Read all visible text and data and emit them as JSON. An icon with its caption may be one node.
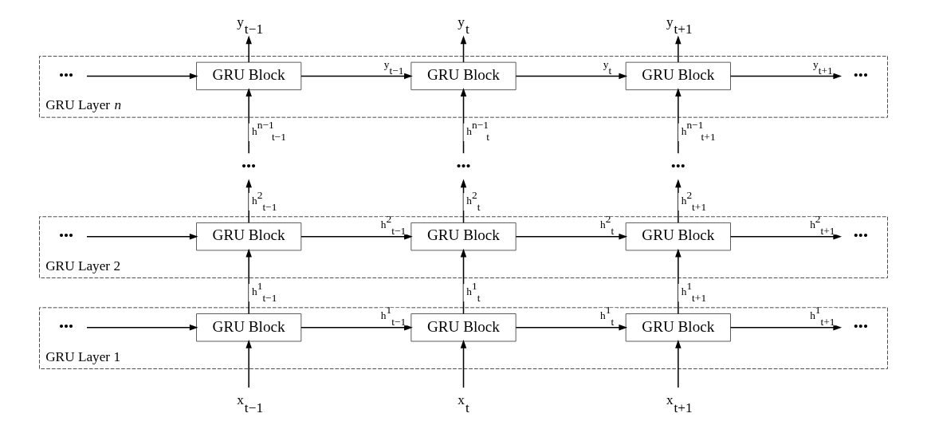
{
  "diagram": {
    "nodes": [
      {
        "text": [
          "y$_{t−1}$"
        ]
      },
      {
        "text": [
          "y$_{t}$"
        ]
      },
      {
        "text": [
          "y$_{t+1}$"
        ]
      },
      {
        "text": [
          "GRU Layer *n*"
        ]
      },
      {
        "text": [
          "•••"
        ],
        "in": 3
      },
      {
        "text": [
          "GRU Block"
        ],
        "in": 3
      },
      {
        "text": [
          "GRU Block"
        ],
        "in": 3
      },
      {
        "text": [
          "GRU Block"
        ],
        "in": 3
      },
      {
        "text": [
          "•••"
        ],
        "in": 3
      },
      {
        "text": [
          "•••"
        ]
      },
      {
        "text": [
          "•••"
        ]
      },
      {
        "text": [
          "•••"
        ]
      },
      {
        "text": [
          "GRU Layer 2"
        ]
      },
      {
        "text": [
          "•••"
        ],
        "in": 12
      },
      {
        "text": [
          "GRU Block"
        ],
        "in": 12
      },
      {
        "text": [
          "GRU Block"
        ],
        "in": 12
      },
      {
        "text": [
          "GRU Block"
        ],
        "in": 12
      },
      {
        "text": [
          "•••"
        ],
        "in": 12
      },
      {
        "text": [
          "GRU Layer 1"
        ]
      },
      {
        "text": [
          "•••"
        ],
        "in": 18
      },
      {
        "text": [
          "GRU Block"
        ],
        "in": 18
      },
      {
        "text": [
          "GRU Block"
        ],
        "in": 18
      },
      {
        "text": [
          "GRU Block"
        ],
        "in": 18
      },
      {
        "text": [
          "•••"
        ],
        "in": 18
      },
      {
        "text": [
          "x$_{t−1}$"
        ]
      },
      {
        "text": [
          "x$_{t}$"
        ]
      },
      {
        "text": [
          "x$_{t+1}$"
        ]
      }
    ],
    "edges": [
      {
        "from": 4,
        "to": 5,
        "arrow": "to"
      },
      {
        "from": 5,
        "to": 6,
        "arrow": "to",
        "label": "y$_{t−1}$"
      },
      {
        "from": 6,
        "to": 7,
        "arrow": "to",
        "label": "y$_{t}$"
      },
      {
        "from": 7,
        "to": 8,
        "arrow": "to",
        "label": "y$_{t+1}$"
      },
      {
        "from": 5,
        "to": 0,
        "arrow": "to"
      },
      {
        "from": 6,
        "to": 1,
        "arrow": "to"
      },
      {
        "from": 7,
        "to": 2,
        "arrow": "to"
      },
      {
        "from": 9,
        "to": 5,
        "arrow": "to",
        "label": "h$^{n−1}$$_{t−1}$"
      },
      {
        "from": 10,
        "to": 6,
        "arrow": "to",
        "label": "h$^{n−1}$$_{t}$"
      },
      {
        "from": 11,
        "to": 7,
        "arrow": "to",
        "label": "h$^{n−1}$$_{t+1}$"
      },
      {
        "from": 14,
        "to": 9,
        "arrow": "to",
        "label": "h$^{2}$$_{t−1}$"
      },
      {
        "from": 15,
        "to": 10,
        "arrow": "to",
        "label": "h$^{2}$$_{t}$"
      },
      {
        "from": 16,
        "to": 11,
        "arrow": "to",
        "label": "h$^{2}$$_{t+1}$"
      },
      {
        "from": 13,
        "to": 14,
        "arrow": "to"
      },
      {
        "from": 14,
        "to": 15,
        "arrow": "to",
        "label": "h$^{2}$$_{t−1}$"
      },
      {
        "from": 15,
        "to": 16,
        "arrow": "to",
        "label": "h$^{2}$$_{t}$"
      },
      {
        "from": 16,
        "to": 17,
        "arrow": "to",
        "label": "h$^{2}$$_{t+1}$"
      },
      {
        "from": 20,
        "to": 14,
        "arrow": "to",
        "label": "h$^{1}$$_{t−1}$"
      },
      {
        "from": 21,
        "to": 15,
        "arrow": "to",
        "label": "h$^{1}$$_{t}$"
      },
      {
        "from": 22,
        "to": 16,
        "arrow": "to",
        "label": "h$^{1}$$_{t+1}$"
      },
      {
        "from": 19,
        "to": 20,
        "arrow": "to"
      },
      {
        "from": 20,
        "to": 21,
        "arrow": "to",
        "label": "h$^{1}$$_{t−1}$"
      },
      {
        "from": 21,
        "to": 22,
        "arrow": "to",
        "label": "h$^{1}$$_{t}$"
      },
      {
        "from": 22,
        "to": 23,
        "arrow": "to",
        "label": "h$^{1}$$_{t+1}$"
      },
      {
        "from": 24,
        "to": 20,
        "arrow": "to"
      },
      {
        "from": 25,
        "to": 21,
        "arrow": "to"
      },
      {
        "from": 26,
        "to": 22,
        "arrow": "to"
      }
    ]
  }
}
